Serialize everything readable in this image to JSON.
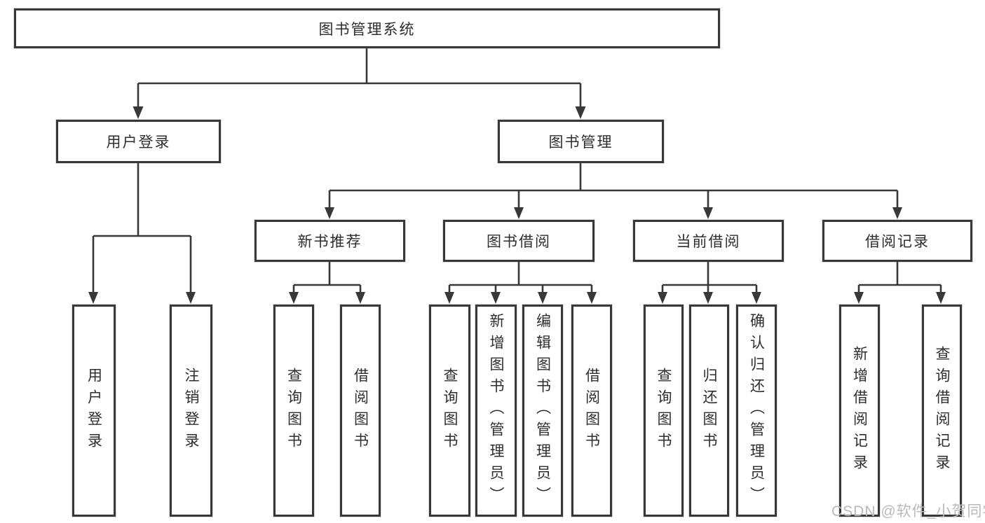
{
  "colors": {
    "line": "#383838",
    "text": "#2e2e2e",
    "watermark": "#b9b9b9",
    "background": "#ffffff"
  },
  "tree": {
    "root": {
      "label": "图书管理系统"
    },
    "children": [
      {
        "label": "用户登录",
        "children": [
          {
            "label": "用户登录"
          },
          {
            "label": "注销登录"
          }
        ]
      },
      {
        "label": "图书管理",
        "children": [
          {
            "label": "新书推荐",
            "children": [
              {
                "label": "查询图书"
              },
              {
                "label": "借阅图书"
              }
            ]
          },
          {
            "label": "图书借阅",
            "children": [
              {
                "label": "查询图书"
              },
              {
                "label": "新增图书（管理员）"
              },
              {
                "label": "编辑图书（管理员）"
              },
              {
                "label": "借阅图书"
              }
            ]
          },
          {
            "label": "当前借阅",
            "children": [
              {
                "label": "查询图书"
              },
              {
                "label": "归还图书"
              },
              {
                "label": "确认归还（管理员）"
              }
            ]
          },
          {
            "label": "借阅记录",
            "children": [
              {
                "label": "新增借阅记录"
              },
              {
                "label": "查询借阅记录"
              }
            ]
          }
        ]
      }
    ]
  },
  "watermark": {
    "text": "CSDN @软件_小贺同学"
  }
}
